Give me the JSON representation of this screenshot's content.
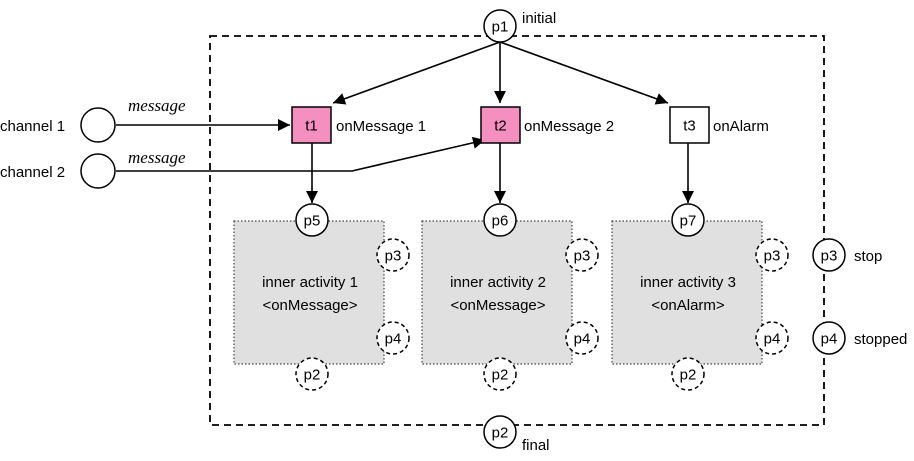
{
  "colors": {
    "initial_place": "#ffff00",
    "transition_message": "#f48fbf",
    "transition_alarm": "#ffffff",
    "inner_activity": "#e0e0e0"
  },
  "places": {
    "p1": {
      "id": "p1",
      "label": "initial"
    },
    "p2": {
      "id": "p2",
      "label": "final"
    },
    "p3": {
      "id": "p3",
      "label": "stop"
    },
    "p4": {
      "id": "p4",
      "label": "stopped"
    },
    "p5": {
      "id": "p5"
    },
    "p6": {
      "id": "p6"
    },
    "p7": {
      "id": "p7"
    }
  },
  "channels": [
    {
      "label": "channel 1",
      "arc_label": "message"
    },
    {
      "label": "channel 2",
      "arc_label": "message"
    }
  ],
  "transitions": [
    {
      "id": "t1",
      "label": "onMessage 1"
    },
    {
      "id": "t2",
      "label": "onMessage 2"
    },
    {
      "id": "t3",
      "label": "onAlarm"
    }
  ],
  "activities": [
    {
      "line1": "inner activity 1",
      "line2": "<onMessage>",
      "entry": "p5",
      "stop": "p3",
      "stopped": "p4",
      "final": "p2"
    },
    {
      "line1": "inner activity 2",
      "line2": "<onMessage>",
      "entry": "p6",
      "stop": "p3",
      "stopped": "p4",
      "final": "p2"
    },
    {
      "line1": "inner activity 3",
      "line2": "<onAlarm>",
      "entry": "p7",
      "stop": "p3",
      "stopped": "p4",
      "final": "p2"
    }
  ]
}
